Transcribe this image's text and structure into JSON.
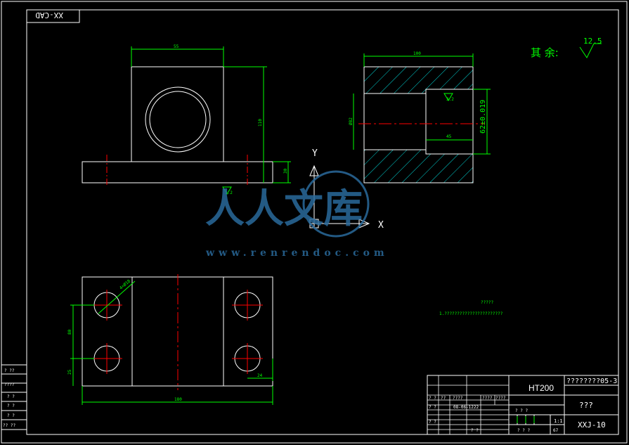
{
  "drawing": {
    "stamp_code": "XX-CAD",
    "finish_label": "其 余:",
    "finish_value": "12.5",
    "front_view": {
      "width_dim": "55",
      "height_dim": "110",
      "base_dim": "30",
      "roughness": "3.2"
    },
    "side_view": {
      "width_dim": "100",
      "bore_dim": "62±0.019",
      "left_dim": "Ø82",
      "depth_dim": "45",
      "roughness": "3.2"
    },
    "top_view": {
      "hole_dim": "4×Ø18",
      "width_dim": "180",
      "pitch_dim": "80",
      "edge_dim": "25",
      "right_dim": "24"
    },
    "axes": {
      "y": "Y",
      "x": "X"
    },
    "note_title": "?????",
    "note_line": "1.???????????????????????"
  },
  "watermark": {
    "text": "人人文库",
    "url": "www.renrendoc.com"
  },
  "title_block": {
    "material": "HT200",
    "drawing_number": "????????05-3",
    "part_name": "???",
    "code": "XXJ-10",
    "scale": "1:1",
    "date": "08-06-1222",
    "r_labels": [
      "? ?",
      "??",
      "????",
      "????",
      "????"
    ],
    "bottom_labels": [
      "? ?",
      "? ?",
      "? ? ?",
      "? ? ?",
      "? ?",
      "67"
    ]
  },
  "left_table": {
    "rows": [
      "? ??",
      "????",
      "? ?",
      "? ?",
      "? ?",
      "?? ??"
    ]
  },
  "colors": {
    "line": "#ffffff",
    "dim": "#00ff00",
    "center": "#ff0000",
    "hatch": "#00d8d8",
    "watermark": "#2a6a9c"
  }
}
